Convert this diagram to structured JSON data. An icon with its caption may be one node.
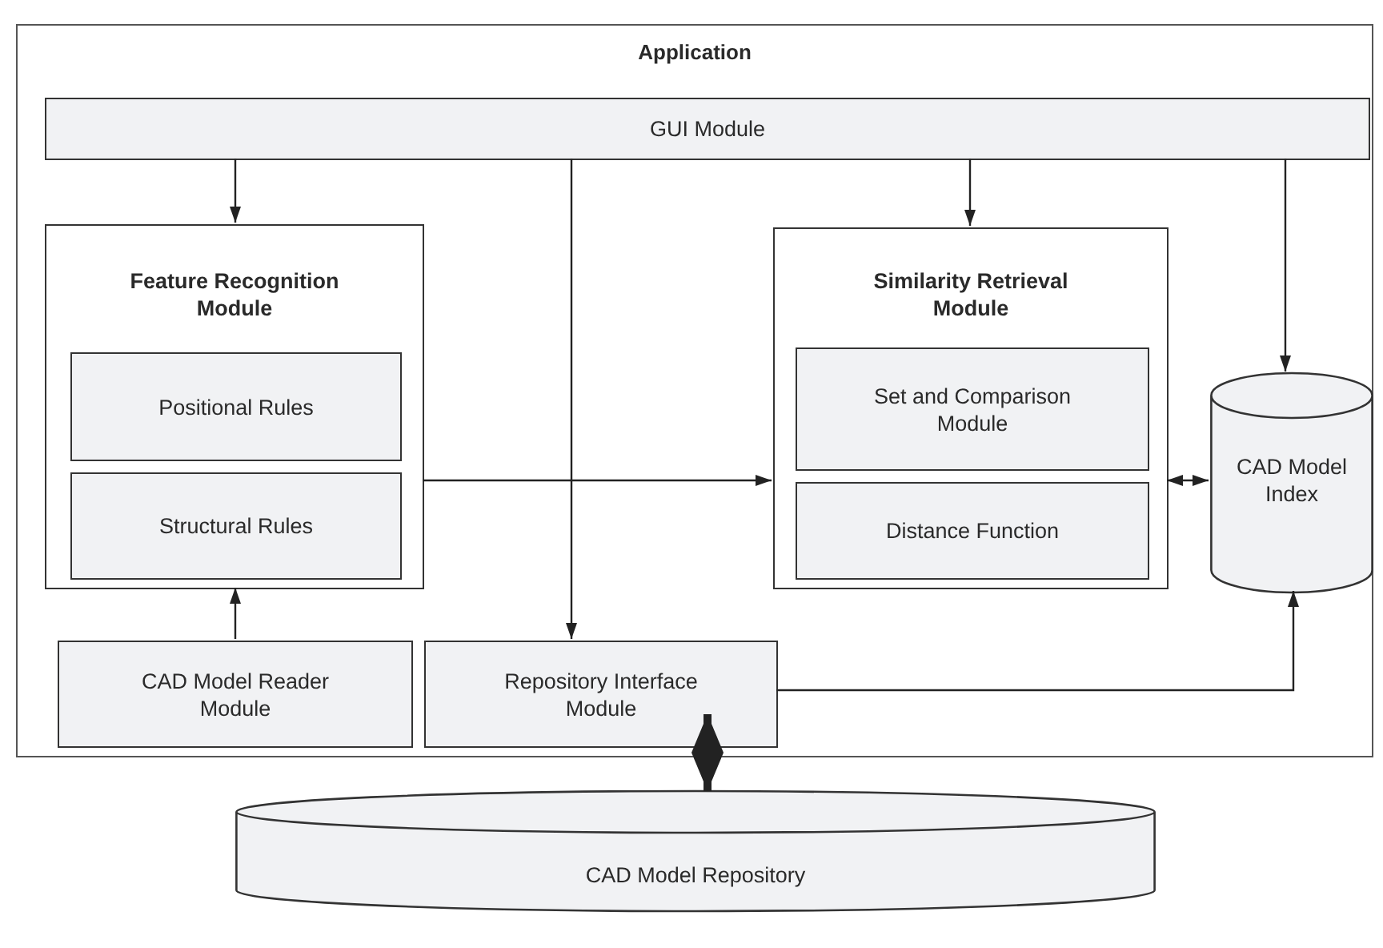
{
  "diagram": {
    "nodes": [
      {
        "text": [
          "Application"
        ]
      },
      {
        "text": [
          "GUI Module"
        ],
        "in": 0
      },
      {
        "text": [
          "Feature Recognition Module"
        ],
        "in": 0
      },
      {
        "text": [
          "Positional Rules"
        ],
        "in": 2
      },
      {
        "text": [
          "Structural Rules"
        ],
        "in": 2
      },
      {
        "text": [
          "Similarity Retrieval Module"
        ],
        "in": 0
      },
      {
        "text": [
          "Set and Comparison Module"
        ],
        "in": 5
      },
      {
        "text": [
          "Distance Function"
        ],
        "in": 5
      },
      {
        "text": [
          "CAD Model Index"
        ],
        "in": 0
      },
      {
        "text": [
          "CAD Model Reader Module"
        ],
        "in": 0
      },
      {
        "text": [
          "Repository Interface Module"
        ],
        "in": 0
      },
      {
        "text": [
          "CAD Model Repository"
        ]
      }
    ],
    "edges": [
      {
        "from": 1,
        "to": 2,
        "arrow": "to"
      },
      {
        "from": 1,
        "to": 10,
        "arrow": "to"
      },
      {
        "from": 1,
        "to": 5,
        "arrow": "to"
      },
      {
        "from": 1,
        "to": 8,
        "arrow": "to"
      },
      {
        "from": 2,
        "to": 5,
        "arrow": "to"
      },
      {
        "from": 5,
        "to": 8,
        "arrow": "both"
      },
      {
        "from": 9,
        "to": 2,
        "arrow": "to"
      },
      {
        "from": 10,
        "to": 8,
        "arrow": "to"
      },
      {
        "from": 10,
        "to": 11,
        "arrow": "both",
        "style": "thick"
      }
    ]
  }
}
